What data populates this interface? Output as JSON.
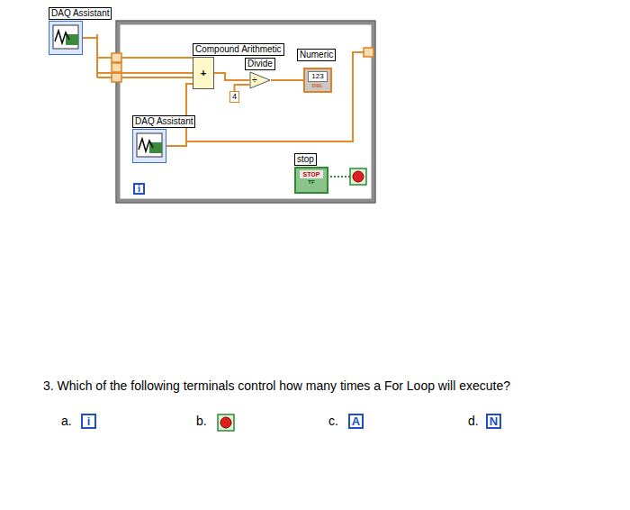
{
  "diagram": {
    "nodes": [
      {
        "text": [
          "DAQ Assistant"
        ]
      },
      {
        "text": [
          "Compound Arithmetic",
          "+"
        ]
      },
      {
        "text": [
          "Divide",
          "÷"
        ]
      },
      {
        "text": [
          "Numeric",
          "123",
          "DBL"
        ]
      },
      {
        "text": [
          "4"
        ]
      },
      {
        "text": [
          "DAQ Assistant"
        ]
      },
      {
        "text": [
          "stop",
          "STOP",
          "TF"
        ]
      },
      {
        "text": [
          "i"
        ]
      },
      {
        "text": [
          "i"
        ]
      },
      {
        "text": [
          "A"
        ]
      },
      {
        "text": [
          "N"
        ]
      }
    ],
    "edges": [
      {
        "from": 0,
        "to": 1,
        "arrow": "none"
      },
      {
        "from": 1,
        "to": 2,
        "arrow": "none"
      },
      {
        "from": 4,
        "to": 2,
        "arrow": "none"
      },
      {
        "from": 2,
        "to": 3,
        "arrow": "none"
      },
      {
        "from": 5,
        "to": 1,
        "arrow": "none"
      }
    ],
    "labels": [
      "3. Which of the following terminals control how many times a For Loop will execute?",
      "a.",
      "b.",
      "c.",
      "d."
    ]
  }
}
